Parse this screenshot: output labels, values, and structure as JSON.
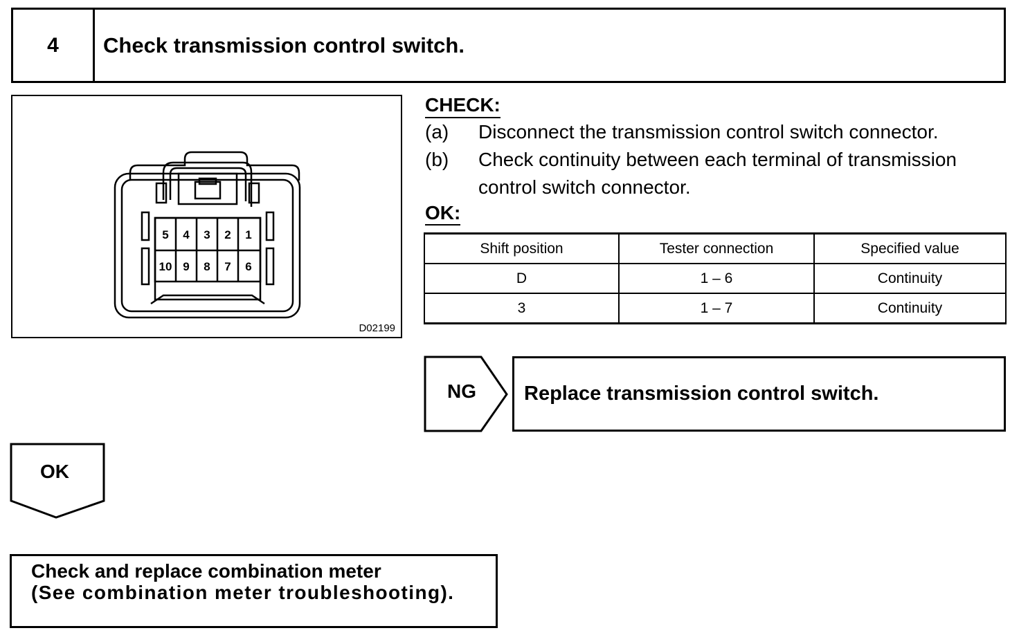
{
  "step": {
    "number": "4",
    "title": "Check transmission control switch."
  },
  "figure": {
    "code": "D02199",
    "pins_top": [
      "5",
      "4",
      "3",
      "2",
      "1"
    ],
    "pins_bottom": [
      "10",
      "9",
      "8",
      "7",
      "6"
    ]
  },
  "check": {
    "heading": "CHECK:",
    "items": [
      {
        "label": "(a)",
        "text": "Disconnect the transmission control switch connector."
      },
      {
        "label": "(b)",
        "text": "Check continuity between each terminal of transmission",
        "text2": "control switch connector."
      }
    ]
  },
  "ok_heading": "OK:",
  "table": {
    "headers": [
      "Shift position",
      "Tester connection",
      "Specified value"
    ],
    "rows": [
      [
        "D",
        "1 – 6",
        "Continuity"
      ],
      [
        "3",
        "1 – 7",
        "Continuity"
      ]
    ]
  },
  "ng": {
    "label": "NG",
    "text": "Replace transmission control switch."
  },
  "ok": {
    "label": "OK"
  },
  "final": {
    "line1": "Check and replace combination meter",
    "line2": "(See combination meter troubleshooting)."
  }
}
